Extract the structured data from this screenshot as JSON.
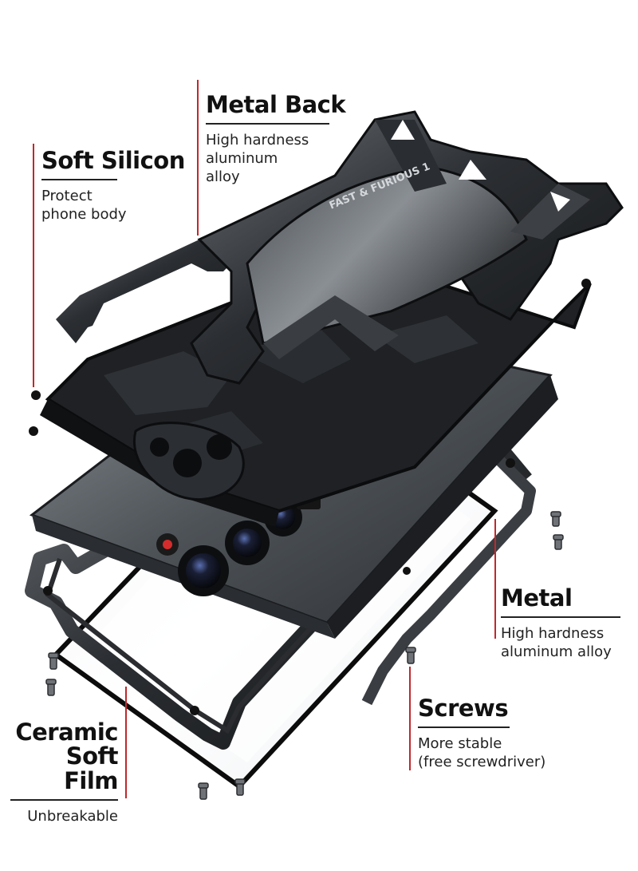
{
  "accent_color": "#c0282d",
  "callouts": {
    "metal_back": {
      "title": "Metal Back",
      "desc": "High hardness\naluminum\nalloy"
    },
    "soft_silicon": {
      "title": "Soft Silicon",
      "desc": "Protect\nphone body"
    },
    "metal": {
      "title": "Metal",
      "desc": "High hardness\naluminum alloy"
    },
    "screws": {
      "title": "Screws",
      "desc": "More stable\n (free screwdriver)"
    },
    "ceramic_film": {
      "title": "Ceramic\nSoft Film",
      "desc": "Unbreakable"
    }
  },
  "case_branding": {
    "text": "FAST & FURIOUS 1"
  }
}
